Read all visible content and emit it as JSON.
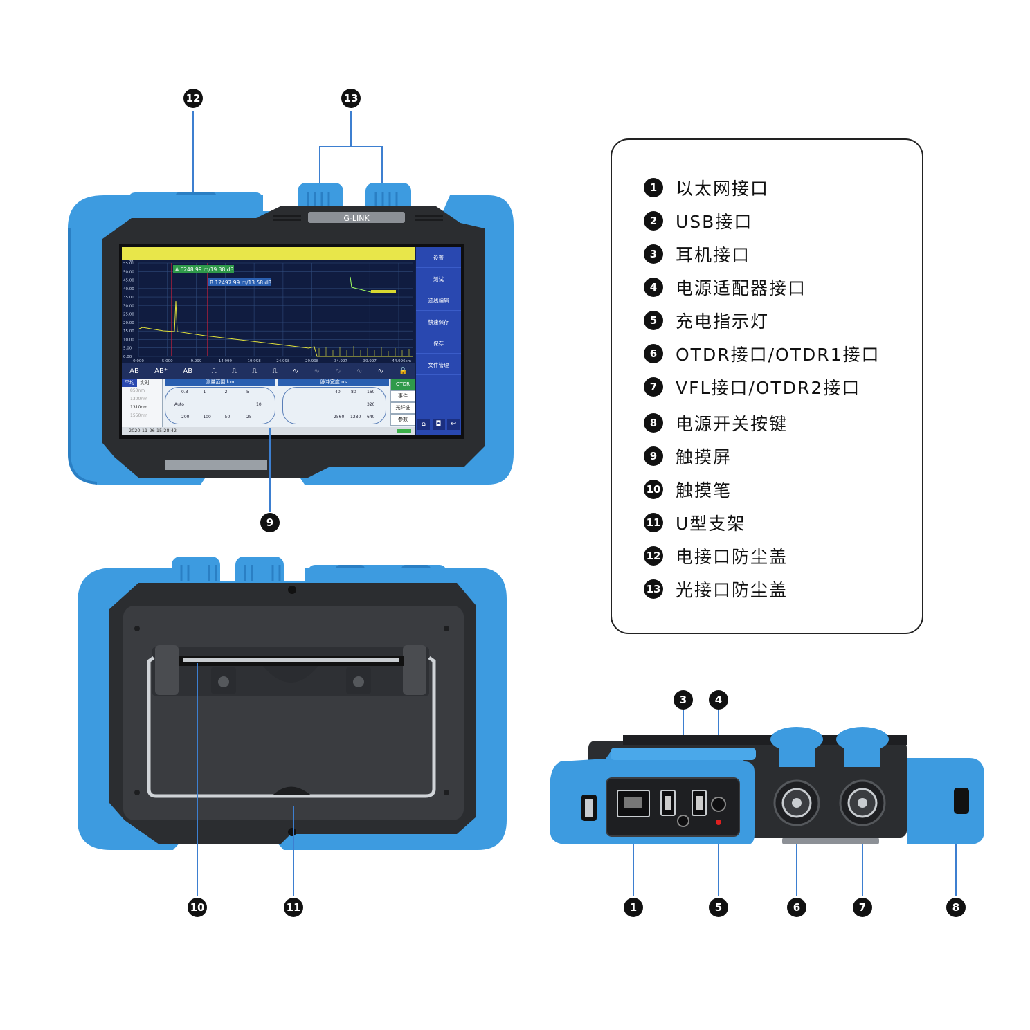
{
  "colors": {
    "bumper_blue": "#3d9be0",
    "bumper_dark_blue": "#2a7fc4",
    "housing_dark": "#2b2d30",
    "screen_navy": "#12204a",
    "sidebar_blue": "#2948b0",
    "trace_yellow": "#e0e03a",
    "marker_red": "#d0203a"
  },
  "callouts": {
    "c1": "1",
    "c3": "3",
    "c4": "4",
    "c5": "5",
    "c6": "6",
    "c7": "7",
    "c8": "8",
    "c9": "9",
    "c10": "10",
    "c11": "11",
    "c12": "12",
    "c13": "13"
  },
  "legend": [
    {
      "num": "1",
      "label": "以太网接口"
    },
    {
      "num": "2",
      "label": "USB接口"
    },
    {
      "num": "3",
      "label": "耳机接口"
    },
    {
      "num": "4",
      "label": "电源适配器接口"
    },
    {
      "num": "5",
      "label": "充电指示灯"
    },
    {
      "num": "6",
      "label": "OTDR接口/OTDR1接口"
    },
    {
      "num": "7",
      "label": "VFL接口/OTDR2接口"
    },
    {
      "num": "8",
      "label": "电源开关按键"
    },
    {
      "num": "9",
      "label": "触摸屏"
    },
    {
      "num": "10",
      "label": "触摸笔"
    },
    {
      "num": "11",
      "label": "U型支架"
    },
    {
      "num": "12",
      "label": "电接口防尘盖"
    },
    {
      "num": "13",
      "label": "光接口防尘盖"
    }
  ],
  "device": {
    "brand": "G-LINK",
    "screen": {
      "sidebar_menu": [
        "设置",
        "测试",
        "迹线编辑",
        "快速保存",
        "保存",
        "文件管理"
      ],
      "marker_a": "A 6248.99 m/19.38 dB",
      "marker_b": "B 12497.99 m/13.58 dB",
      "y_ticks": [
        "55.00",
        "50.00",
        "45.00",
        "40.00",
        "35.00",
        "30.00",
        "25.00",
        "20.00",
        "15.00",
        "10.00",
        "5.00",
        "0.00"
      ],
      "x_ticks": [
        "0.000",
        "5.000",
        "9.999",
        "14.999",
        "19.998",
        "24.998",
        "29.998",
        "34.997",
        "39.997",
        "44.996"
      ],
      "x_unit": "km",
      "y_unit": "dB",
      "tabs": [
        "平均",
        "实时"
      ],
      "wavelengths": [
        "850nm",
        "1300nm",
        "1310nm",
        "1550nm"
      ],
      "range_header": "测量范围  km",
      "pulse_header": "脉冲宽度  ns",
      "range_top": [
        "0.3",
        "1",
        "2",
        "5"
      ],
      "range_mid": [
        "Auto",
        "10"
      ],
      "range_bottom": [
        "200",
        "100",
        "50",
        "25"
      ],
      "pulse_top": [
        "40",
        "80",
        "160"
      ],
      "pulse_mid": [
        "320"
      ],
      "pulse_bottom": [
        "2560",
        "1280",
        "640"
      ],
      "right_buttons": [
        "OTDR",
        "事件",
        "光纤链",
        "参数"
      ],
      "datetime": "2020-11-26  15:28:42"
    }
  }
}
